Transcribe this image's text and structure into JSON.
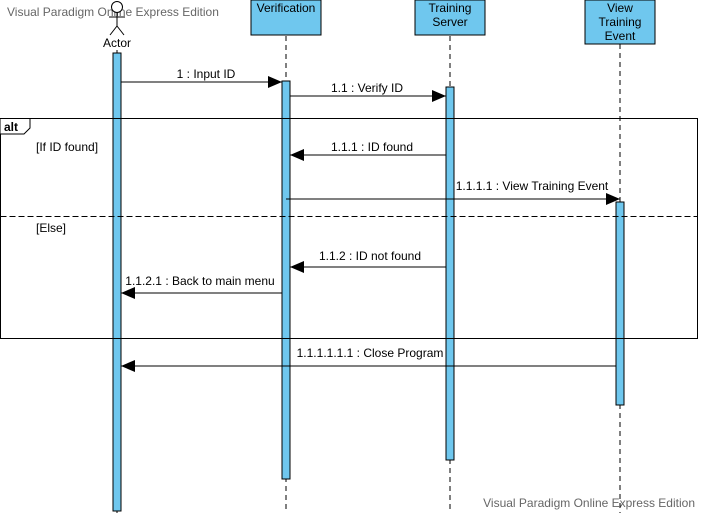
{
  "watermark_top": "Visual Paradigm Online Express Edition",
  "watermark_bottom": "Visual Paradigm Online Express Edition",
  "lifelines": {
    "actor": "Actor",
    "verification": "Verification",
    "training_server": [
      "Training",
      "Server"
    ],
    "view_training_event": [
      "View",
      "Training",
      "Event"
    ]
  },
  "fragment": {
    "operator": "alt",
    "guard_1": "[If ID found]",
    "guard_2": "[Else]"
  },
  "messages": {
    "m1": "1 : Input ID",
    "m1_1": "1.1 : Verify ID",
    "m1_1_1": "1.1.1 : ID found",
    "m1_1_1_1": "1.1.1.1 : View Training Event",
    "m1_1_2": "1.1.2 : ID not found",
    "m1_1_2_1": "1.1.2.1 : Back to main menu",
    "m1_1_1_1_1_1": "1.1.1.1.1.1 : Close Program"
  },
  "colors": {
    "lifeline_fill": "#6fc7ee",
    "line": "#000000",
    "watermark": "#666666"
  }
}
